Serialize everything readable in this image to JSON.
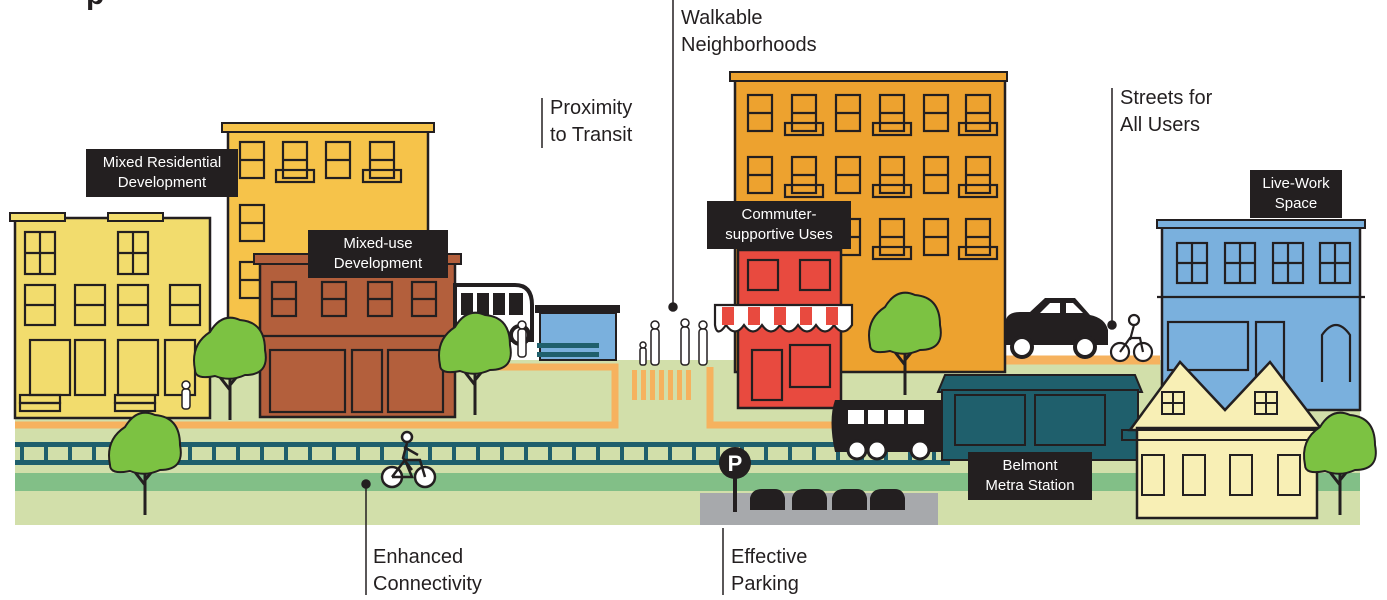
{
  "title_fragment": "p",
  "labels": {
    "mixed_residential": [
      "Mixed Residential",
      "Development"
    ],
    "mixed_use": [
      "Mixed-use",
      "Development"
    ],
    "commuter": [
      "Commuter-",
      "supportive Uses"
    ],
    "live_work": [
      "Live-Work",
      "Space"
    ],
    "station": [
      "Belmont",
      "Metra Station"
    ]
  },
  "callouts": {
    "walkable": [
      "Walkable",
      "Neighborhoods"
    ],
    "transit": [
      "Proximity",
      "to Transit"
    ],
    "streets": [
      "Streets for",
      "All Users"
    ],
    "connectivity": [
      "Enhanced",
      "Connectivity"
    ],
    "parking": [
      "Effective",
      "Parking"
    ]
  },
  "parking_sign": "P",
  "colors": {
    "yellow_building": "#f2dc6d",
    "gold_building": "#f6c34a",
    "orange_building": "#eda22f",
    "brick_building": "#b35f3c",
    "red_shop": "#e84a3f",
    "blue_building": "#7ab0dd",
    "cream_house": "#f8efb5",
    "station_teal": "#1f5f6c",
    "ground_green": "#d2dfaa",
    "path_green": "#82bf87",
    "tree_green": "#7cc242",
    "sidewalk_orange": "#f6b25e",
    "dark": "#231f20"
  }
}
